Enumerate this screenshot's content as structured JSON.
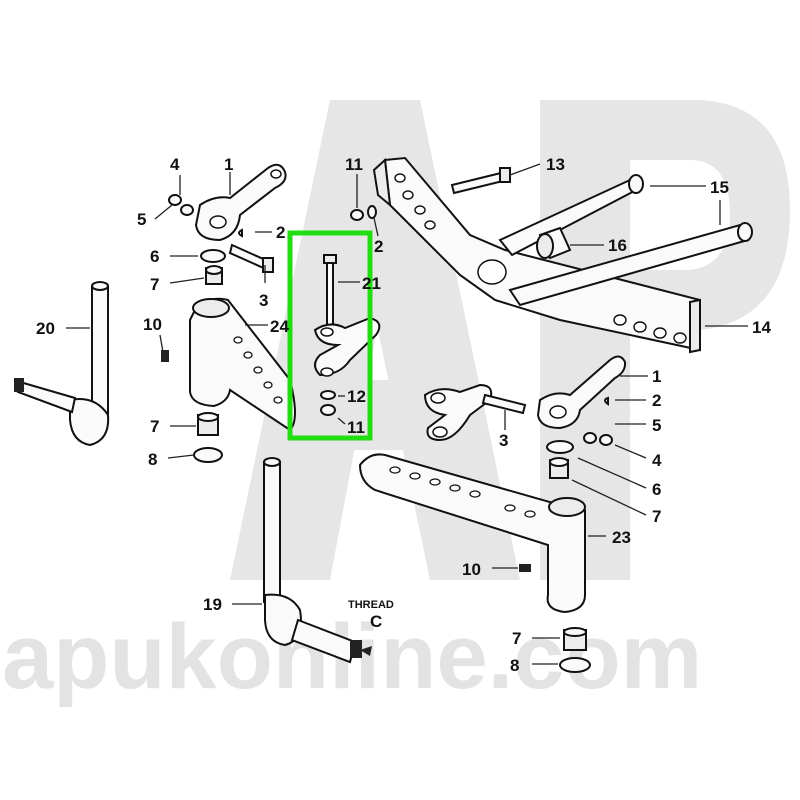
{
  "watermark": {
    "logo_letters": "AP",
    "site": "apukonline.com"
  },
  "highlight": {
    "color": "#22dd11",
    "parts": [
      "21",
      "12",
      "11"
    ]
  },
  "notes": {
    "thread_label": "THREAD",
    "thread_letter": "C"
  },
  "callouts": [
    {
      "id": "c-1a",
      "text": "1"
    },
    {
      "id": "c-4a",
      "text": "4"
    },
    {
      "id": "c-5a",
      "text": "5"
    },
    {
      "id": "c-2a",
      "text": "2"
    },
    {
      "id": "c-6a",
      "text": "6"
    },
    {
      "id": "c-7a",
      "text": "7"
    },
    {
      "id": "c-3a",
      "text": "3"
    },
    {
      "id": "c-20",
      "text": "20"
    },
    {
      "id": "c-10a",
      "text": "10"
    },
    {
      "id": "c-24",
      "text": "24"
    },
    {
      "id": "c-7b",
      "text": "7"
    },
    {
      "id": "c-8a",
      "text": "8"
    },
    {
      "id": "c-11a",
      "text": "11"
    },
    {
      "id": "c-2b",
      "text": "2"
    },
    {
      "id": "c-21",
      "text": "21"
    },
    {
      "id": "c-12",
      "text": "12"
    },
    {
      "id": "c-11b",
      "text": "11"
    },
    {
      "id": "c-13",
      "text": "13"
    },
    {
      "id": "c-15",
      "text": "15"
    },
    {
      "id": "c-16",
      "text": "16"
    },
    {
      "id": "c-14",
      "text": "14"
    },
    {
      "id": "c-1b",
      "text": "1"
    },
    {
      "id": "c-2c",
      "text": "2"
    },
    {
      "id": "c-5b",
      "text": "5"
    },
    {
      "id": "c-3b",
      "text": "3"
    },
    {
      "id": "c-4b",
      "text": "4"
    },
    {
      "id": "c-6b",
      "text": "6"
    },
    {
      "id": "c-7c",
      "text": "7"
    },
    {
      "id": "c-23",
      "text": "23"
    },
    {
      "id": "c-10b",
      "text": "10"
    },
    {
      "id": "c-19",
      "text": "19"
    },
    {
      "id": "c-7d",
      "text": "7"
    },
    {
      "id": "c-8b",
      "text": "8"
    }
  ]
}
